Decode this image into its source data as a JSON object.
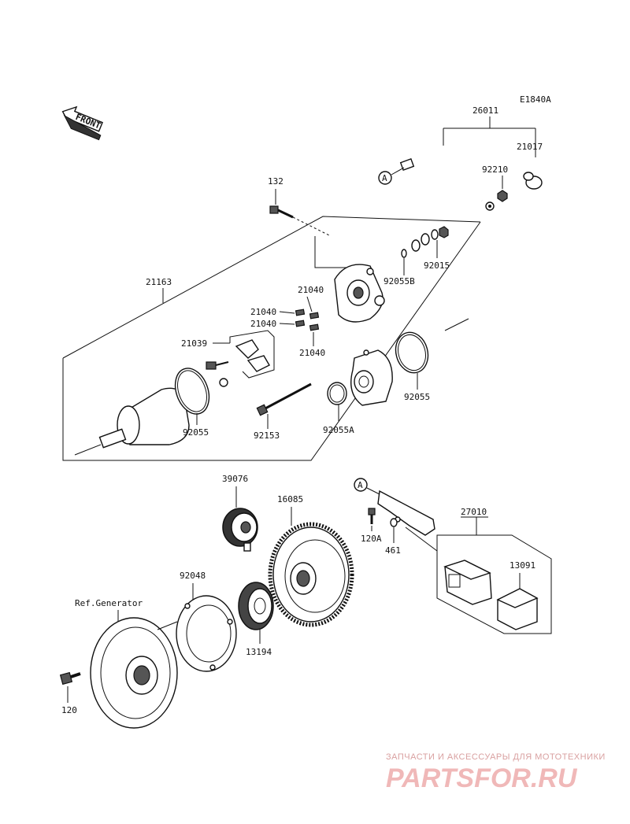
{
  "diagram_code": "E1840A",
  "front_label": "FRONT",
  "callouts": {
    "a_marker": "A",
    "p26011": "26011",
    "p21017": "21017",
    "p92210": "92210",
    "p132": "132",
    "p92015": "92015",
    "p92055b": "92055B",
    "p21163": "21163",
    "p21040a": "21040",
    "p21040b": "21040",
    "p21040c": "21040",
    "p21040d": "21040",
    "p21039": "21039",
    "p92055_left": "92055",
    "p92055_right": "92055",
    "p92153": "92153",
    "p92055a": "92055A",
    "p39076": "39076",
    "p16085": "16085",
    "p27010": "27010",
    "p120a": "120A",
    "p461": "461",
    "p13091": "13091",
    "p92048": "92048",
    "ref_generator": "Ref.Generator",
    "p13194": "13194",
    "p120": "120"
  },
  "watermark": {
    "caption": "ЗАПЧАСТИ И АКСЕССУАРЫ ДЛЯ МОТОТЕХНИКИ",
    "logo": "PARTSFOR.RU"
  }
}
